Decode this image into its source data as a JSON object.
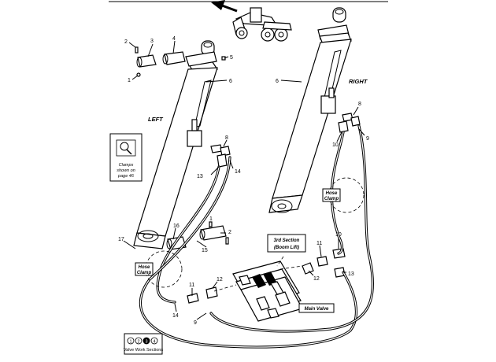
{
  "labels": {
    "left": "LEFT",
    "right": "RIGHT",
    "third_section_line1": "3rd Section",
    "third_section_line2": "(Boom Lift)",
    "main_valve": "Main Valve",
    "hose_clamp_top": "Hose",
    "hose_clamp_bottom": "Clamp",
    "clamps_note_line1": "Clamps",
    "clamps_note_line2": "shown on",
    "clamps_note_line3": "page 46",
    "valve_sections_caption": "Valve Work Sections",
    "valve_section_numbers": [
      "1",
      "2",
      "3",
      "4"
    ]
  },
  "callouts": {
    "n1a": "1",
    "n2a": "2",
    "n3": "3",
    "n4": "4",
    "n5": "5",
    "n6l": "6",
    "n6r": "6",
    "n8l": "8",
    "n8r": "8",
    "n9r": "9",
    "n9b": "9",
    "n10r": "10",
    "n10b": "10",
    "n11": "11",
    "n11b": "11",
    "n12": "12",
    "n12b": "12",
    "n13l": "13",
    "n13r": "13",
    "n14l": "14",
    "n14b": "14",
    "n15": "15",
    "n16": "16",
    "n17": "17",
    "n1b": "1",
    "n2b": "2"
  },
  "colors": {
    "line": "#000000",
    "background": "#ffffff",
    "highlight_section": "#000000"
  },
  "icons": [
    "direction-arrow-icon",
    "telehandler-icon",
    "magnifier-clamp-icon"
  ]
}
